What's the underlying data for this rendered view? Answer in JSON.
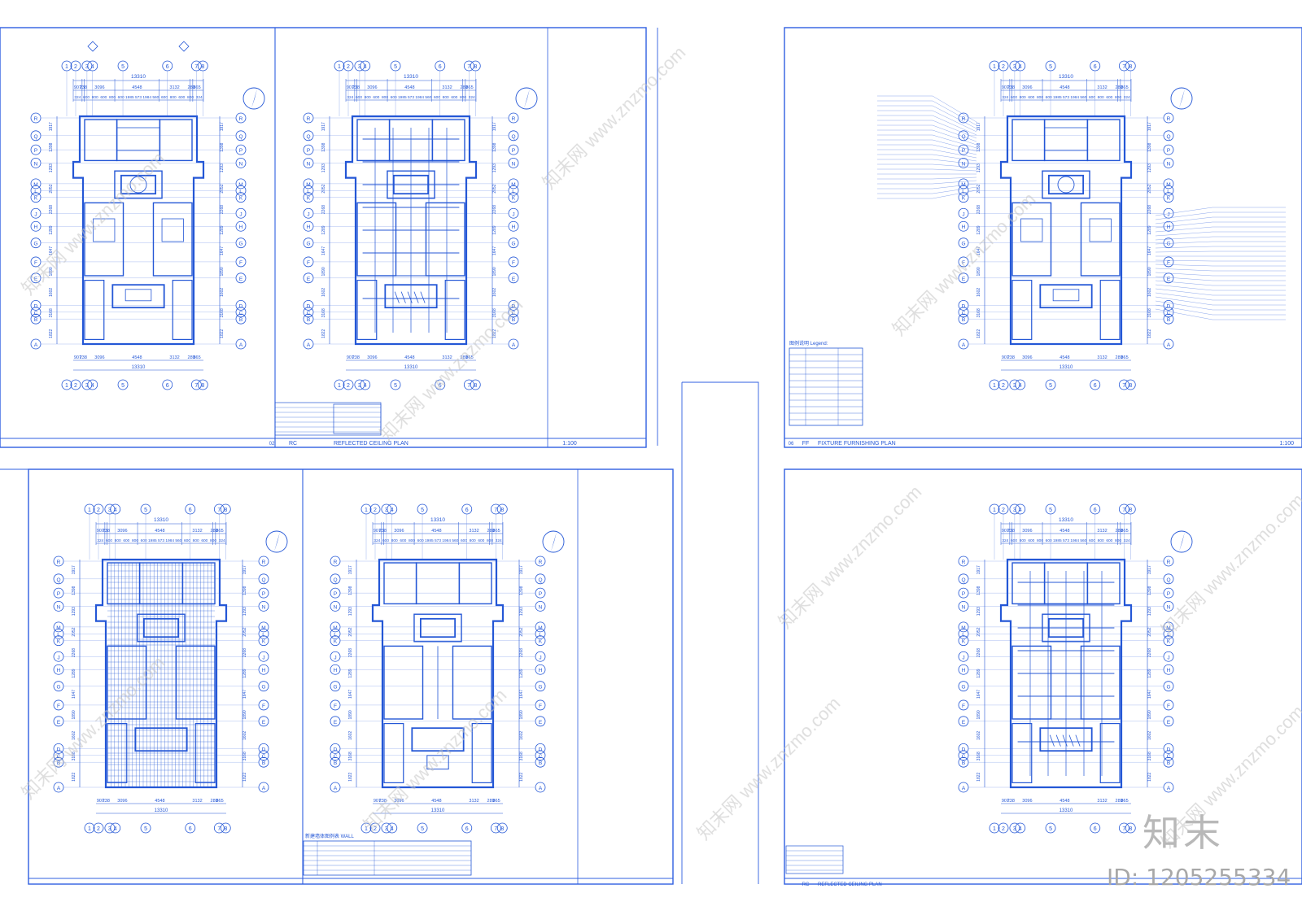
{
  "colors": {
    "line": "#2457d6",
    "line_light": "#6d8fe6",
    "frame": "#2f5fe0",
    "bg": "#ffffff",
    "watermark": "#c4c4c4"
  },
  "dims": {
    "overall": "13310",
    "segments": [
      "907",
      "238",
      "3096",
      "4548",
      "3132",
      "289",
      "865"
    ],
    "sub_segments": [
      "324",
      "600",
      "800",
      "600",
      "800",
      "600",
      "1985",
      "573",
      "1984",
      "560",
      "600",
      "800",
      "600",
      "800",
      "324"
    ],
    "vertical": [
      "1917",
      "1398",
      "1293",
      "2052",
      "2268",
      "1289",
      "1647",
      "1890",
      "1602",
      "3168",
      "1822"
    ]
  },
  "grid": {
    "columns": [
      "1",
      "2",
      "3",
      "4",
      "5",
      "6",
      "7",
      "8"
    ],
    "rows": [
      "R",
      "Q",
      "P",
      "N",
      "M",
      "L",
      "K",
      "J",
      "H",
      "G",
      "F",
      "E",
      "D",
      "C",
      "B",
      "A"
    ]
  },
  "sheets": {
    "rc": {
      "code": "RC",
      "title": "REFLECTED CEILING PLAN",
      "scale": "1:100",
      "num": "02"
    },
    "ff": {
      "code": "FF",
      "title": "FIXTURE FURNISHING PLAN",
      "scale": "1:100",
      "num": "06"
    },
    "rc2": {
      "code": "RC",
      "title": "REFLECTED CEILING PLAN"
    },
    "legend_title": "图例说明 Legend:",
    "wall_legend_title": "新建墙体图例表 WALL"
  },
  "watermark": {
    "logo": "知末",
    "id": "ID: 1205255334",
    "site": "www.znzmo.com",
    "site_cn": "知末网"
  }
}
